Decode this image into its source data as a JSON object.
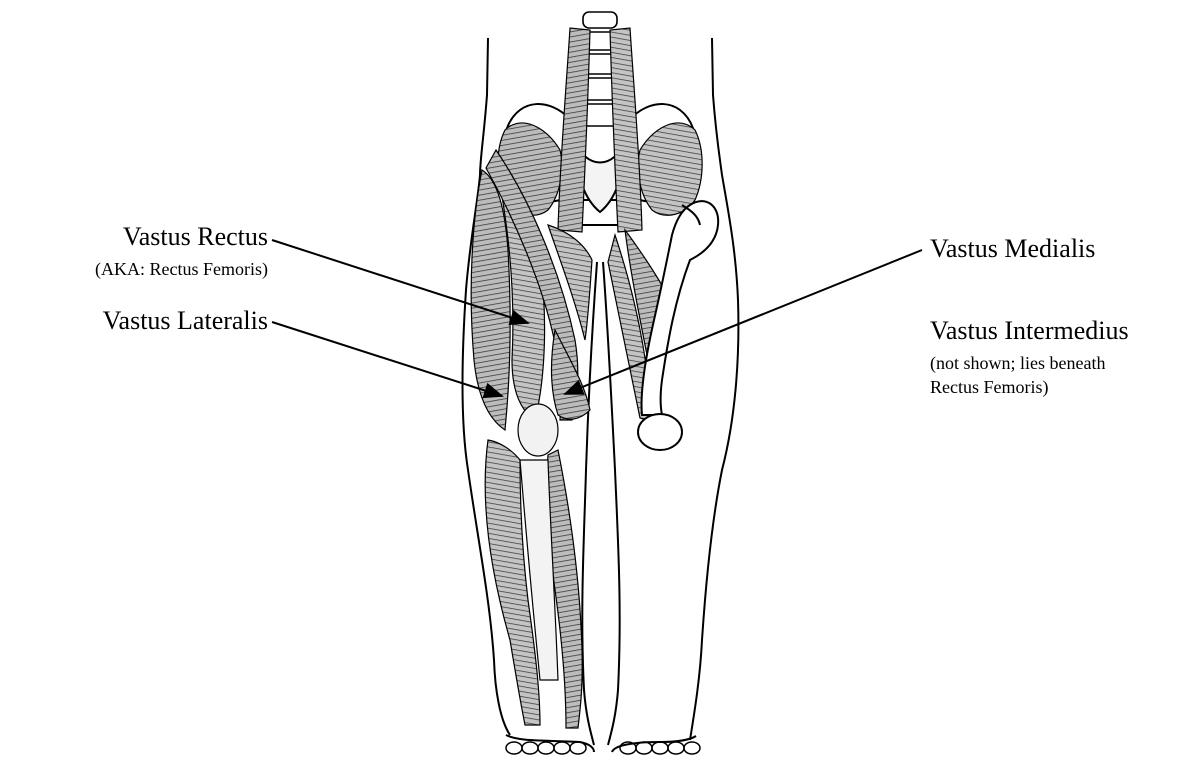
{
  "diagram": {
    "labels": {
      "vastus_rectus": {
        "name": "Vastus Rectus",
        "note": "(AKA: Rectus Femoris)"
      },
      "vastus_lateralis": {
        "name": "Vastus Lateralis"
      },
      "vastus_medialis": {
        "name": "Vastus Medialis"
      },
      "vastus_intermedius": {
        "name": "Vastus Intermedius",
        "note_line1": "(not shown; lies beneath",
        "note_line2": "Rectus Femoris)"
      }
    },
    "colors": {
      "line": "#000000",
      "muscle": "#6a6a6a",
      "background": "#ffffff"
    }
  }
}
